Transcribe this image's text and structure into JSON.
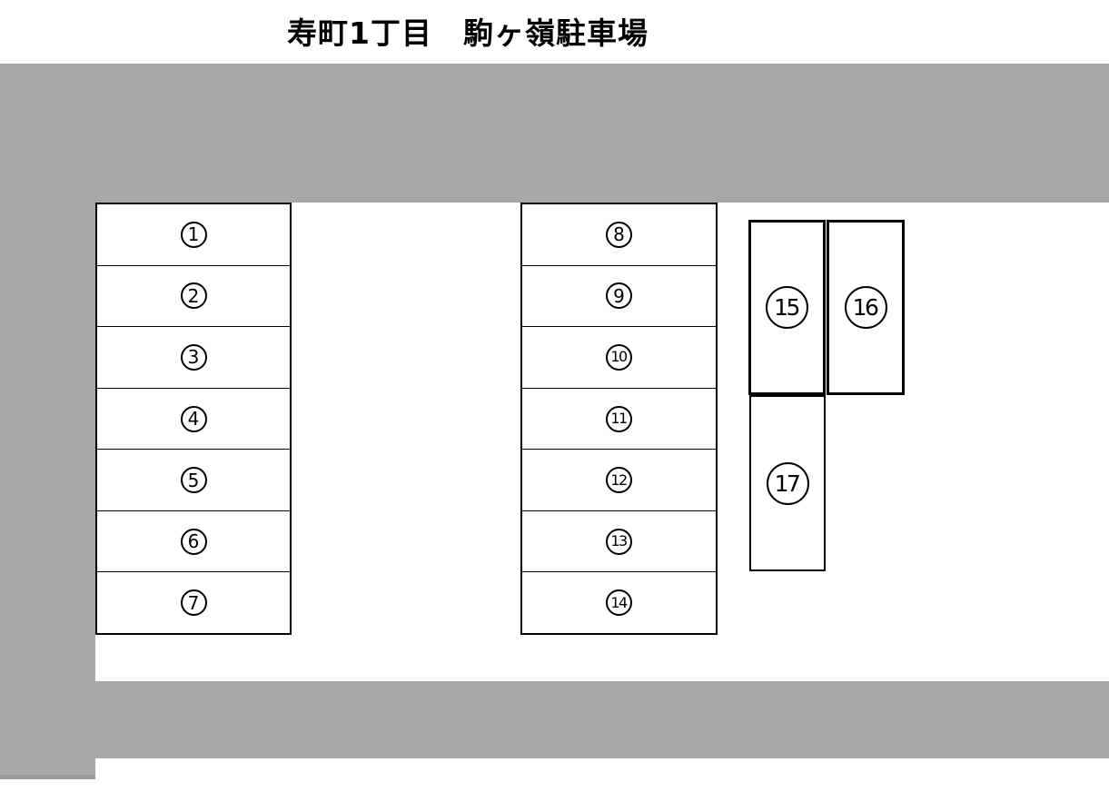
{
  "title": "寿町1丁目　駒ヶ嶺駐車場",
  "colors": {
    "road": "#a8a8a8",
    "road_edge": "#9c9c9c",
    "line": "#000000",
    "background": "#ffffff"
  },
  "lot": {
    "left_column": {
      "spaces": [
        "1",
        "2",
        "3",
        "4",
        "5",
        "6",
        "7"
      ]
    },
    "middle_column": {
      "spaces": [
        "8",
        "9",
        "10",
        "11",
        "12",
        "13",
        "14"
      ]
    },
    "right_group": {
      "spaces": [
        "15",
        "16",
        "17"
      ]
    }
  }
}
